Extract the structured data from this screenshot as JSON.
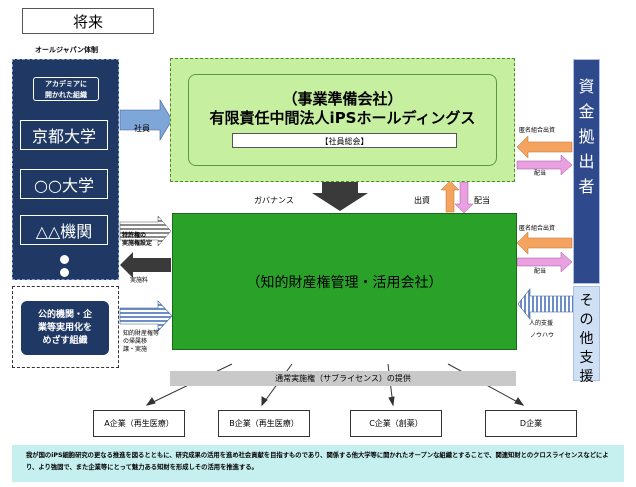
{
  "title": "将来",
  "all_japan_label": "オールジャパン体制",
  "academia_box": "アカデミアに\n開かれた組織",
  "universities": [
    "京都大学",
    "○○大学",
    "△△機関"
  ],
  "public_org": "公的機関・企\n業等実用化を\nめざす組織",
  "top_company": {
    "line1": "（事業準備会社）",
    "line2": "有限責任中間法人iPSホールディングス",
    "meeting": "【社員総会】"
  },
  "main_company": "（知的財産権管理・活用会社）",
  "funder": "資金拠出者",
  "other_support": "その他支援",
  "labels": {
    "employee": "社員",
    "governance": "ガバナンス",
    "investment": "出資",
    "dividend_top": "配当",
    "anon_invest_1": "匿名組合出資",
    "dividend_1": "配当",
    "anon_invest_2": "匿名組合出資",
    "dividend_2": "配当",
    "patent_setting": "特許権の\n実施権設定",
    "royalty": "実施料",
    "patent_transfer": "知的財産権等\nの帰属移\n譲・実施",
    "personnel_support": "人的支援",
    "knowhow": "ノウハウ"
  },
  "license_bar": "通常実施権（サブライセンス）の提供",
  "companies": [
    "A企業（再生医療）",
    "B企業（再生医療）",
    "C企業（創薬）",
    "D企業"
  ],
  "footer": "我が国のiPS細胞研究の更なる推進を図るとともに、研究成果の活用を進め社会貢献を目指すものであり、関係する他大学等に開かれたオープンな組織とすることで、関連知財とのクロスライセンスなどにより、より強固で、また企業等にとって魅力ある知財を形成しその活用を推進する。",
  "colors": {
    "navy": "#1f3864",
    "light_green": "#c6f0a0",
    "dark_green": "#2aa22a",
    "orange_arrow": "#f4a460",
    "pink_arrow": "#e8a0e0",
    "blue_arrow": "#7fa6d8",
    "footer_bg": "#c6f0ef"
  }
}
